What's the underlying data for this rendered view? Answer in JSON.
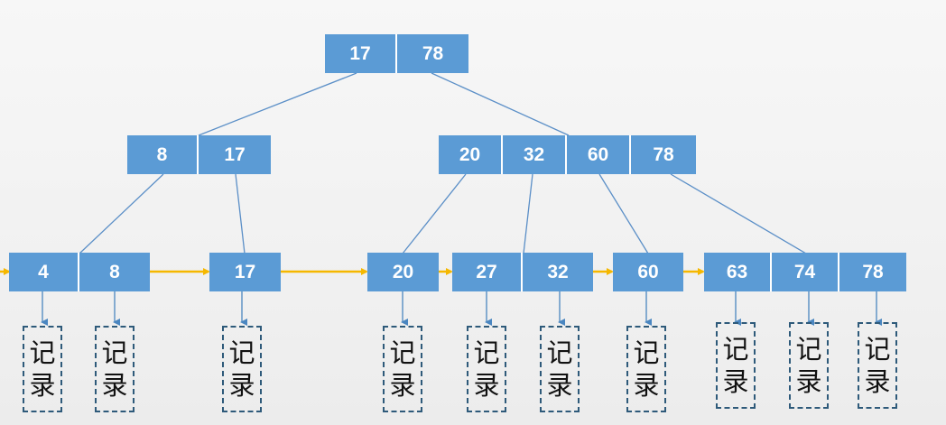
{
  "tree": {
    "root": {
      "keys": [
        "17",
        "78"
      ]
    },
    "level1": [
      {
        "keys": [
          "8",
          "17"
        ]
      },
      {
        "keys": [
          "20",
          "32",
          "60",
          "78"
        ]
      }
    ],
    "leaves": [
      {
        "keys": [
          "4",
          "8"
        ]
      },
      {
        "keys": [
          "17"
        ]
      },
      {
        "keys": [
          "20"
        ]
      },
      {
        "keys": [
          "27",
          "32"
        ]
      },
      {
        "keys": [
          "60"
        ]
      },
      {
        "keys": [
          "63",
          "74",
          "78"
        ]
      }
    ]
  },
  "record_label": {
    "line1": "记",
    "line2": "录"
  },
  "colors": {
    "node_fill": "#5b9bd5",
    "node_text": "#ffffff",
    "edge": "#5b8fc7",
    "leaf_link_arrow": "#f5b800",
    "record_border": "#2e5a7a"
  }
}
